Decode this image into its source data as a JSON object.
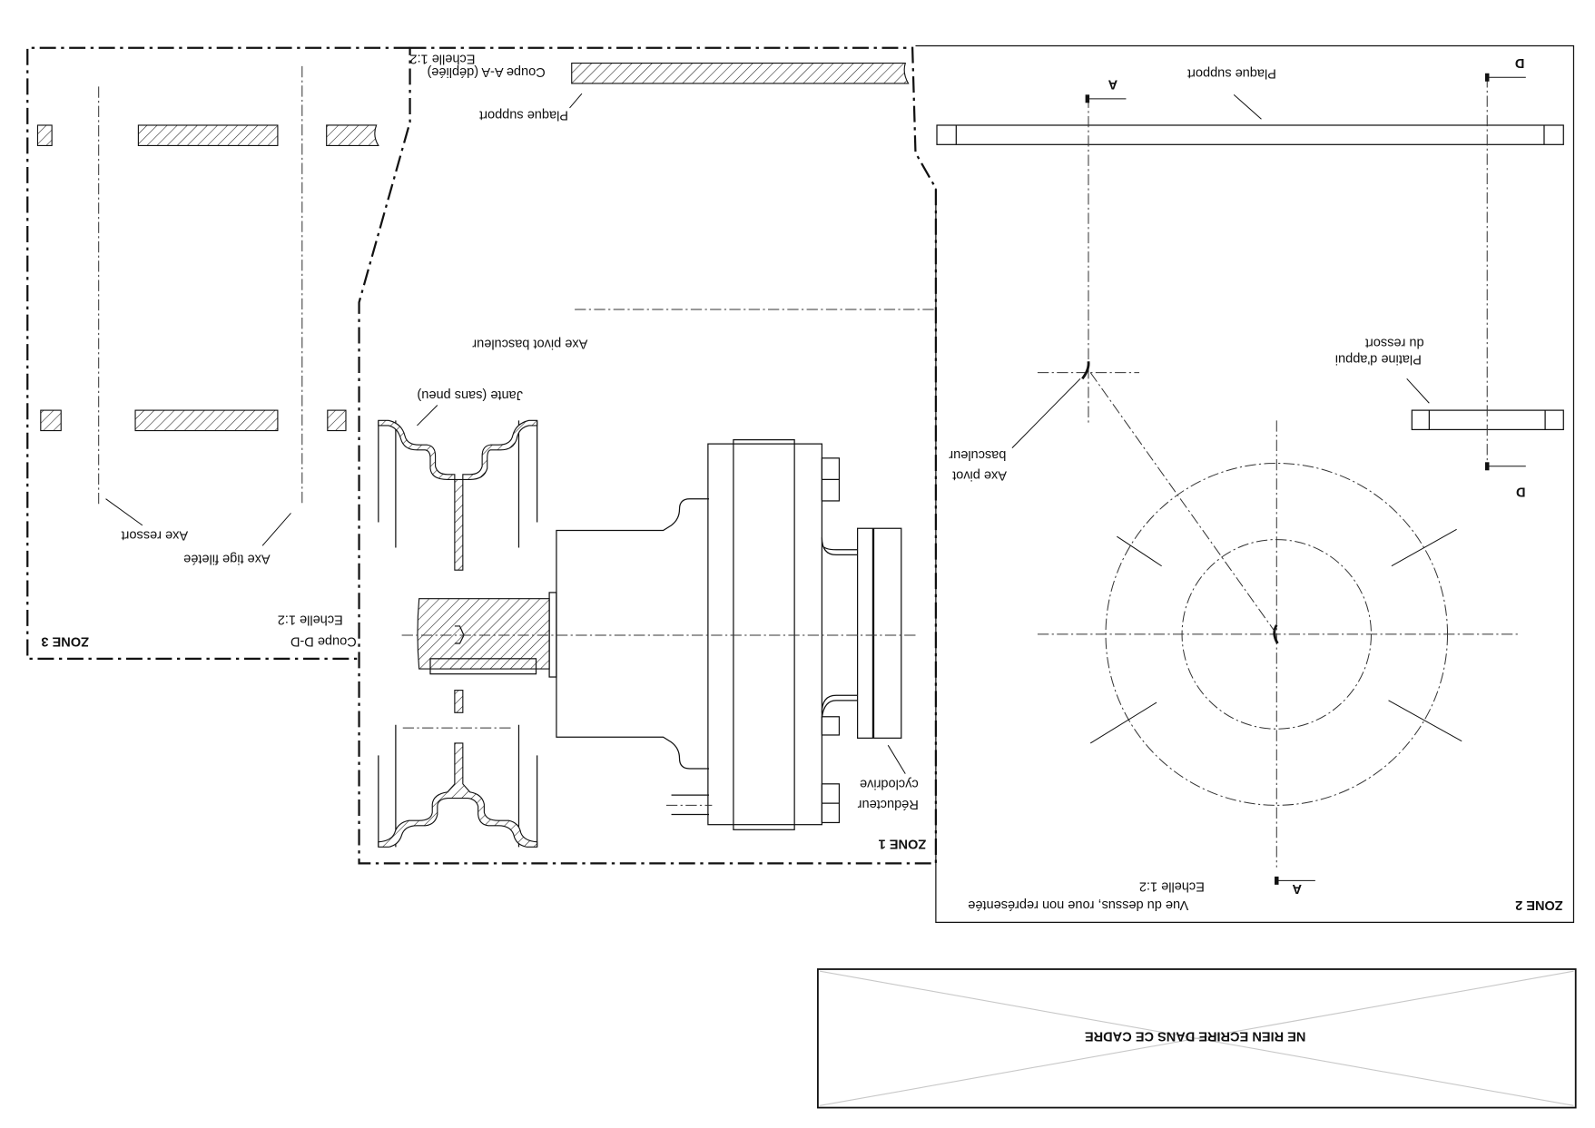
{
  "zone1": {
    "label": "ZONE 1",
    "section_title": "Coupe A-A (dépliée)",
    "section_scale": "Echelle 1:2",
    "plate_label": "Plaque support",
    "pivot_label": "Axe pivot basculeur",
    "rim_label": "Jante (sans pneu)",
    "reducer_label_1": "Réducteur",
    "reducer_label_2": "cyclodrive"
  },
  "zone2": {
    "label": "ZONE 2",
    "view_title": "Vue du dessus, roue non représentée",
    "view_scale": "Echelle 1:2",
    "plate_label": "Plaque support",
    "spring_plate_label_1": "Platine d'appui",
    "spring_plate_label_2": "du ressort",
    "pivot_label_1": "Axe pivot",
    "pivot_label_2": "basculeur",
    "section_a_top": "A",
    "section_a_bottom": "A",
    "section_d_top": "D",
    "section_d_bottom": "D"
  },
  "zone3": {
    "label": "ZONE 3",
    "section_title": "Coupe D-D",
    "section_scale": "Echelle 1:2",
    "spring_axis_label": "Axe ressort",
    "rod_axis_label": "Axe tige filetée"
  },
  "reserved_box": {
    "text": "NE RIEN ECRIRE DANS CE CADRE"
  }
}
